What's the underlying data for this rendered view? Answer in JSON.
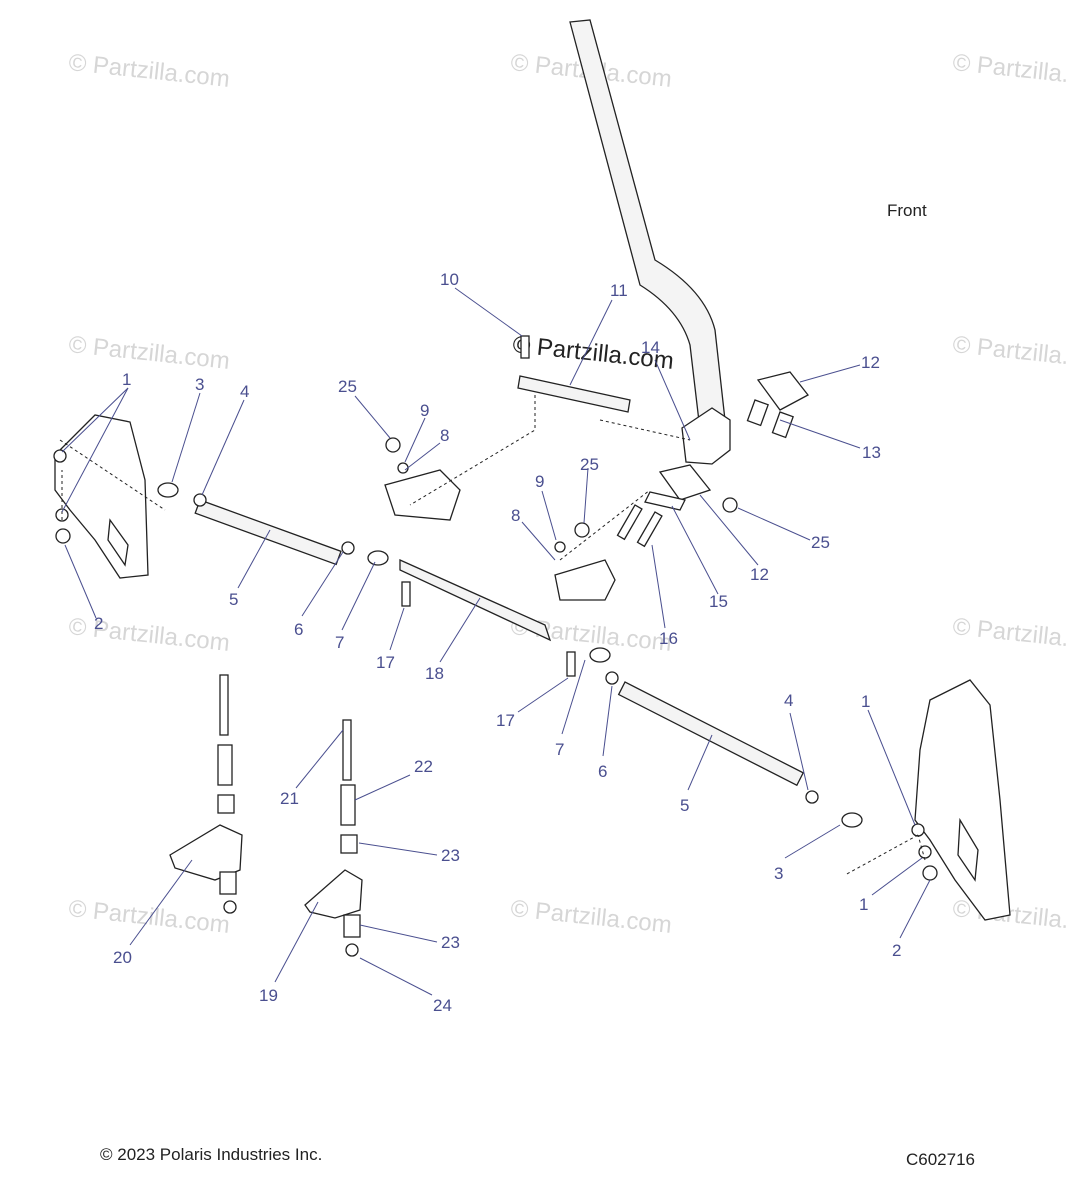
{
  "watermark": "© Partzilla.com",
  "front_label": "Front",
  "copyright": "© 2023 Polaris Industries Inc.",
  "figure_id": "C602716",
  "callouts": [
    {
      "id": "c1a",
      "text": "1"
    },
    {
      "id": "c2a",
      "text": "2"
    },
    {
      "id": "c3a",
      "text": "3"
    },
    {
      "id": "c4a",
      "text": "4"
    },
    {
      "id": "c5a",
      "text": "5"
    },
    {
      "id": "c6a",
      "text": "6"
    },
    {
      "id": "c7a",
      "text": "7"
    },
    {
      "id": "c8a",
      "text": "8"
    },
    {
      "id": "c9a",
      "text": "9"
    },
    {
      "id": "c25a",
      "text": "25"
    },
    {
      "id": "c10",
      "text": "10"
    },
    {
      "id": "c11",
      "text": "11"
    },
    {
      "id": "c14",
      "text": "14"
    },
    {
      "id": "c12a",
      "text": "12"
    },
    {
      "id": "c13",
      "text": "13"
    },
    {
      "id": "c25b",
      "text": "25"
    },
    {
      "id": "c12b",
      "text": "12"
    },
    {
      "id": "c15",
      "text": "15"
    },
    {
      "id": "c16",
      "text": "16"
    },
    {
      "id": "c9b",
      "text": "9"
    },
    {
      "id": "c25c",
      "text": "25"
    },
    {
      "id": "c8b",
      "text": "8"
    },
    {
      "id": "c17a",
      "text": "17"
    },
    {
      "id": "c18",
      "text": "18"
    },
    {
      "id": "c17b",
      "text": "17"
    },
    {
      "id": "c7b",
      "text": "7"
    },
    {
      "id": "c6b",
      "text": "6"
    },
    {
      "id": "c5b",
      "text": "5"
    },
    {
      "id": "c4b",
      "text": "4"
    },
    {
      "id": "c1b",
      "text": "1"
    },
    {
      "id": "c3b",
      "text": "3"
    },
    {
      "id": "c1c",
      "text": "1"
    },
    {
      "id": "c2b",
      "text": "2"
    },
    {
      "id": "c21",
      "text": "21"
    },
    {
      "id": "c22",
      "text": "22"
    },
    {
      "id": "c23a",
      "text": "23"
    },
    {
      "id": "c20",
      "text": "20"
    },
    {
      "id": "c23b",
      "text": "23"
    },
    {
      "id": "c19",
      "text": "19"
    },
    {
      "id": "c24",
      "text": "24"
    }
  ]
}
